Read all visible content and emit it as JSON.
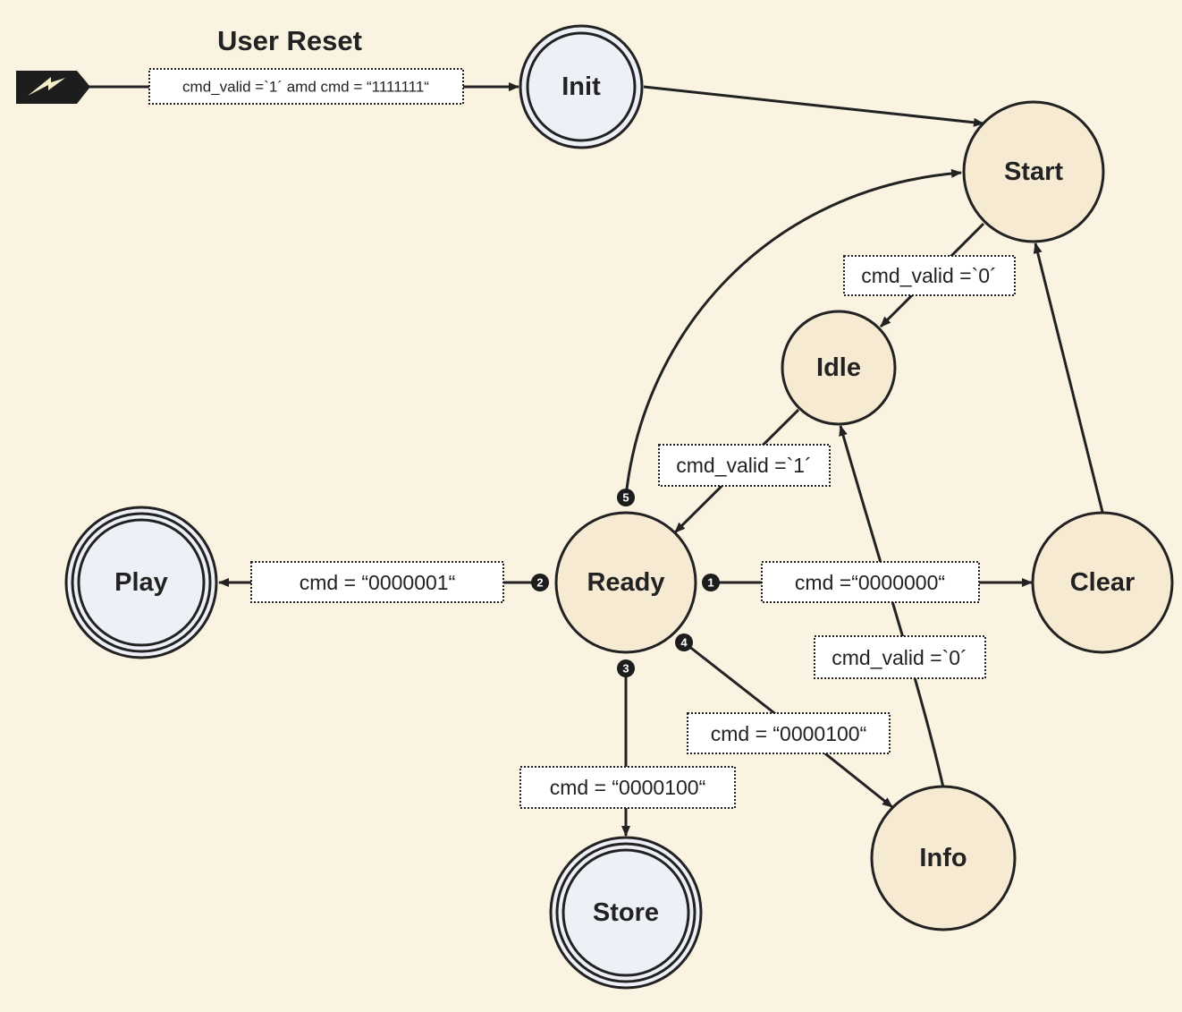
{
  "title": "User Reset",
  "colors": {
    "background": "#faf3e1",
    "state_fill": "#f6ead2",
    "final_state_fill": "#eef0f7",
    "stroke": "#222222"
  },
  "reset_icon": "lightning-bolt-icon",
  "states": {
    "init": "Init",
    "start": "Start",
    "idle": "Idle",
    "ready": "Ready",
    "clear": "Clear",
    "play": "Play",
    "store": "Store",
    "info": "Info"
  },
  "conditions": {
    "reset_to_init": "cmd_valid =`1´ amd cmd =  “1111111“",
    "start_to_idle": "cmd_valid =`0´",
    "idle_to_ready": "cmd_valid =`1´",
    "ready_to_play": "cmd = “0000001“",
    "ready_to_clear": "cmd  =“0000000“",
    "info_to_idle": "cmd_valid =`0´",
    "ready_to_info": "cmd = “0000100“",
    "ready_to_store": "cmd = “0000100“"
  },
  "priorities": {
    "p1": "1",
    "p2": "2",
    "p3": "3",
    "p4": "4",
    "p5": "5"
  }
}
